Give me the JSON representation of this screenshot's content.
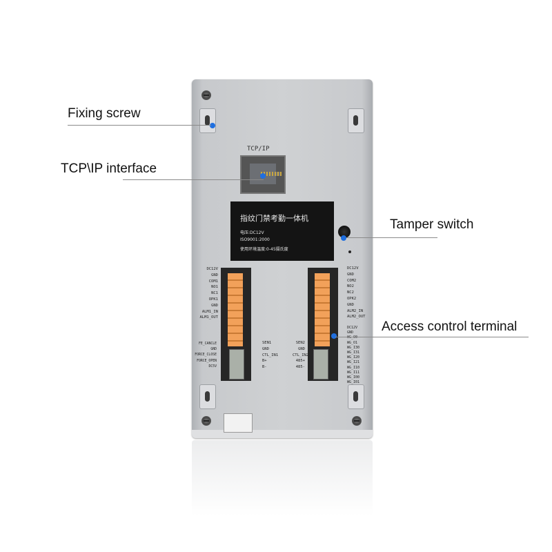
{
  "callouts": {
    "fixing_screw": "Fixing screw",
    "tcp_ip_interface": "TCP\\IP interface",
    "tamper_switch": "Tamper switch",
    "access_control_terminal": "Access control terminal"
  },
  "device": {
    "port_label": "TCP/IP",
    "label_plate": {
      "title": "指纹门禁考勤一体机",
      "voltage": "电压:DC12V",
      "iso": "ISO9001:2000",
      "temperature": "使用环境温度:0-45摄氏度"
    },
    "left_terminal_labels": "DC12V\nGND\nCOM1\nNO1\nNC1\nOPK1\nGND\nALM1_IN\nALM1_OUT",
    "left_lower_labels": "FE_CANCLE\nGND\nFORCE_CLOSE\nFORCE_OPEN\nDC5V",
    "left_center_labels": "SEN1\nGND\nCTL_IN1\nB+\nB-",
    "right_center_labels": "SEN2\nGND\nCTL_IN2\n485+\n485-",
    "right_terminal_labels": "DC12V\nGND\nCOM2\nNO2\nNC2\nOPK2\nGND\nALM2_IN\nALM2_OUT",
    "right_lower_labels": "DC12V\nGND\nWG_O0\nWG_O1\nWG_I30\nWG_I31\nWG_I20\nWG_I21\nWG_I10\nWG_I11\nWG_I00\nWG_I01"
  },
  "colors": {
    "marker_dot": "#1f6fe0",
    "terminal_block": "#f2a15a"
  }
}
